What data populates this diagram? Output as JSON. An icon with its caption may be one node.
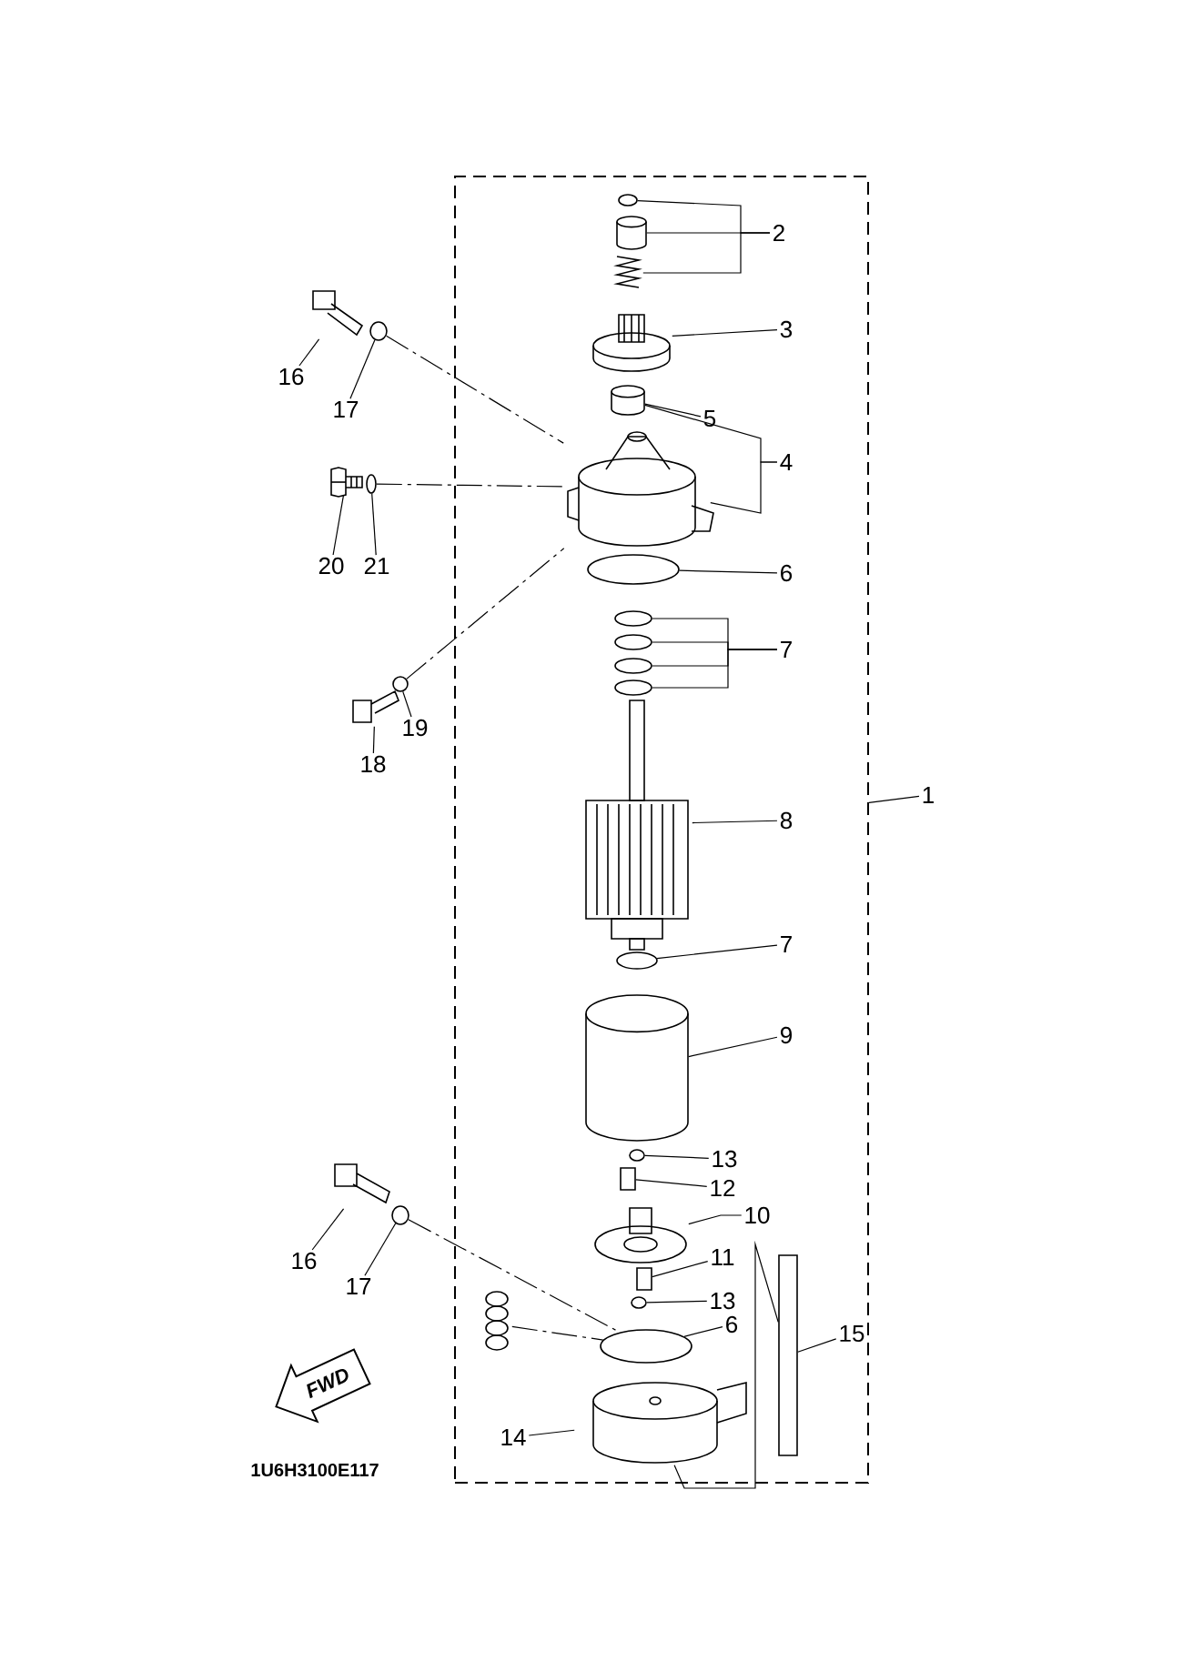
{
  "diagram": {
    "nodes": [
      {
        "text": [],
        "shape": "box"
      },
      {
        "text": [],
        "shape": "circle",
        "in": 0
      },
      {
        "text": [],
        "shape": "cylinder",
        "in": 0
      },
      {
        "text": [],
        "shape": "picture",
        "in": 0
      },
      {
        "text": [],
        "shape": "picture",
        "in": 0
      },
      {
        "text": [],
        "shape": "cylinder",
        "in": 0
      },
      {
        "text": [],
        "shape": "picture",
        "in": 0
      },
      {
        "text": [],
        "shape": "circle",
        "in": 0
      },
      {
        "text": [],
        "shape": "circle",
        "in": 0
      },
      {
        "text": [],
        "shape": "circle",
        "in": 0
      },
      {
        "text": [],
        "shape": "circle",
        "in": 0
      },
      {
        "text": [],
        "shape": "circle",
        "in": 0
      },
      {
        "text": [],
        "shape": "picture",
        "in": 0
      },
      {
        "text": [],
        "shape": "circle",
        "in": 0
      },
      {
        "text": [],
        "shape": "cylinder",
        "in": 0
      },
      {
        "text": [],
        "shape": "circle",
        "in": 0
      },
      {
        "text": [],
        "shape": "bar",
        "in": 0
      },
      {
        "text": [],
        "shape": "picture",
        "in": 0
      },
      {
        "text": [],
        "shape": "bar",
        "in": 0
      },
      {
        "text": [],
        "shape": "circle",
        "in": 0
      },
      {
        "text": [],
        "shape": "circle",
        "in": 0
      },
      {
        "text": [],
        "shape": "picture",
        "in": 0
      },
      {
        "text": [],
        "shape": "bar",
        "in": 0
      },
      {
        "text": [],
        "shape": "picture"
      },
      {
        "text": [],
        "shape": "circle"
      },
      {
        "text": [],
        "shape": "picture"
      },
      {
        "text": [],
        "shape": "circle"
      },
      {
        "text": [],
        "shape": "picture"
      },
      {
        "text": [],
        "shape": "circle"
      },
      {
        "text": [],
        "shape": "picture"
      },
      {
        "text": [],
        "shape": "circle"
      },
      {
        "text": [],
        "shape": "picture",
        "in": 0
      },
      {
        "text": [
          "FWD"
        ]
      },
      {
        "text": [
          "2"
        ],
        "in": 0
      },
      {
        "text": [
          "3"
        ],
        "in": 0
      },
      {
        "text": [
          "5"
        ],
        "in": 0
      },
      {
        "text": [
          "4"
        ],
        "in": 0
      },
      {
        "text": [
          "6"
        ],
        "in": 0
      },
      {
        "text": [
          "7"
        ],
        "in": 0
      },
      {
        "text": [
          "8"
        ],
        "in": 0
      },
      {
        "text": [
          "7"
        ],
        "in": 0
      },
      {
        "text": [
          "9"
        ],
        "in": 0
      },
      {
        "text": [
          "13"
        ],
        "in": 0
      },
      {
        "text": [
          "12"
        ],
        "in": 0
      },
      {
        "text": [
          "10"
        ],
        "in": 0
      },
      {
        "text": [
          "11"
        ],
        "in": 0
      },
      {
        "text": [
          "13"
        ],
        "in": 0
      },
      {
        "text": [
          "6"
        ],
        "in": 0
      },
      {
        "text": [
          "15"
        ],
        "in": 0
      },
      {
        "text": [
          "14"
        ],
        "in": 0
      },
      {
        "text": [
          "1"
        ]
      },
      {
        "text": [
          "16"
        ]
      },
      {
        "text": [
          "17"
        ]
      },
      {
        "text": [
          "20"
        ]
      },
      {
        "text": [
          "21"
        ]
      },
      {
        "text": [
          "18"
        ]
      },
      {
        "text": [
          "19"
        ]
      },
      {
        "text": [
          "16"
        ]
      },
      {
        "text": [
          "17"
        ]
      }
    ],
    "edges": [
      {
        "from": 33,
        "to": 1,
        "arrow": "none"
      },
      {
        "from": 33,
        "to": 2,
        "arrow": "none"
      },
      {
        "from": 33,
        "to": 3,
        "arrow": "none"
      },
      {
        "from": 34,
        "to": 4,
        "arrow": "none"
      },
      {
        "from": 35,
        "to": 5,
        "arrow": "none"
      },
      {
        "from": 36,
        "to": 5,
        "arrow": "none"
      },
      {
        "from": 36,
        "to": 6,
        "arrow": "none"
      },
      {
        "from": 37,
        "to": 7,
        "arrow": "none"
      },
      {
        "from": 38,
        "to": 8,
        "arrow": "none"
      },
      {
        "from": 38,
        "to": 9,
        "arrow": "none"
      },
      {
        "from": 38,
        "to": 10,
        "arrow": "none"
      },
      {
        "from": 38,
        "to": 11,
        "arrow": "none"
      },
      {
        "from": 39,
        "to": 12,
        "arrow": "none"
      },
      {
        "from": 40,
        "to": 13,
        "arrow": "none"
      },
      {
        "from": 41,
        "to": 14,
        "arrow": "none"
      },
      {
        "from": 42,
        "to": 15,
        "arrow": "none"
      },
      {
        "from": 43,
        "to": 16,
        "arrow": "none"
      },
      {
        "from": 44,
        "to": 17,
        "arrow": "none"
      },
      {
        "from": 45,
        "to": 18,
        "arrow": "none"
      },
      {
        "from": 46,
        "to": 19,
        "arrow": "none"
      },
      {
        "from": 47,
        "to": 20,
        "arrow": "none"
      },
      {
        "from": 48,
        "to": 22,
        "arrow": "none"
      },
      {
        "from": 22,
        "to": 21,
        "arrow": "none"
      },
      {
        "from": 49,
        "to": 21,
        "arrow": "none"
      },
      {
        "from": 50,
        "to": 0,
        "arrow": "none"
      },
      {
        "from": 51,
        "to": 23,
        "arrow": "none"
      },
      {
        "from": 52,
        "to": 24,
        "arrow": "none"
      },
      {
        "from": 53,
        "to": 25,
        "arrow": "none"
      },
      {
        "from": 54,
        "to": 26,
        "arrow": "none"
      },
      {
        "from": 55,
        "to": 27,
        "arrow": "none"
      },
      {
        "from": 56,
        "to": 28,
        "arrow": "none"
      },
      {
        "from": 57,
        "to": 29,
        "arrow": "none"
      },
      {
        "from": 58,
        "to": 30,
        "arrow": "none"
      },
      {
        "from": 24,
        "to": 6,
        "arrow": "none",
        "style": "dashed"
      },
      {
        "from": 26,
        "to": 6,
        "arrow": "none",
        "style": "dashed"
      },
      {
        "from": 28,
        "to": 6,
        "arrow": "none",
        "style": "dashed"
      },
      {
        "from": 30,
        "to": 20,
        "arrow": "none",
        "style": "dashed"
      },
      {
        "from": 31,
        "to": 20,
        "arrow": "none",
        "style": "dashed"
      }
    ],
    "labels": [
      "1U6H3100E117"
    ]
  }
}
